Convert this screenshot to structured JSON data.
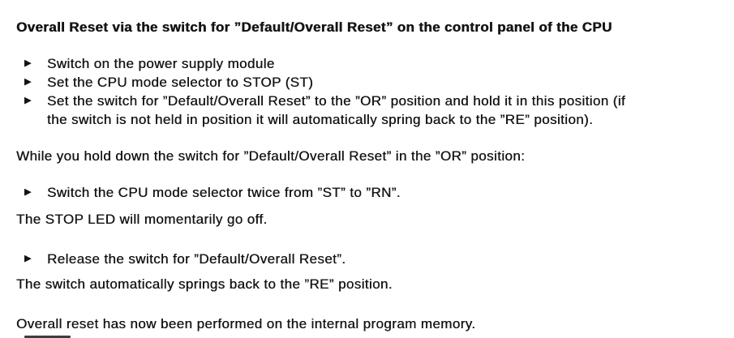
{
  "page": {
    "background": "#ffffff",
    "text_color": "#141414"
  },
  "document": {
    "bullet_glyph": "▶",
    "blocks": [
      {
        "type": "heading",
        "text": "Overall Reset via the switch for ”Default/Overall Reset” on the control panel of the CPU"
      },
      {
        "type": "bullet",
        "lines": [
          "Switch on the power supply module"
        ]
      },
      {
        "type": "bullet",
        "lines": [
          "Set the CPU mode selector to STOP (ST)"
        ]
      },
      {
        "type": "bullet",
        "lines": [
          "Set the switch for ”Default/Overall Reset” to the ”OR” position and hold it in this position (if",
          "the switch is not held in position it will automatically spring back to the ”RE” position)."
        ]
      },
      {
        "type": "paragraph",
        "text": "While you hold down the switch for ”Default/Overall Reset” in the ”OR” position:"
      },
      {
        "type": "bullet",
        "lines": [
          "Switch the CPU mode selector twice from ”ST” to ”RN”."
        ]
      },
      {
        "type": "paragraph",
        "text": "The STOP LED will momentarily go off."
      },
      {
        "type": "bullet",
        "lines": [
          "Release the switch for ”Default/Overall Reset”."
        ]
      },
      {
        "type": "paragraph",
        "text": "The switch automatically springs back to the ”RE” position."
      },
      {
        "type": "paragraph",
        "text": "Overall reset has now been performed on the internal program memory."
      }
    ]
  }
}
